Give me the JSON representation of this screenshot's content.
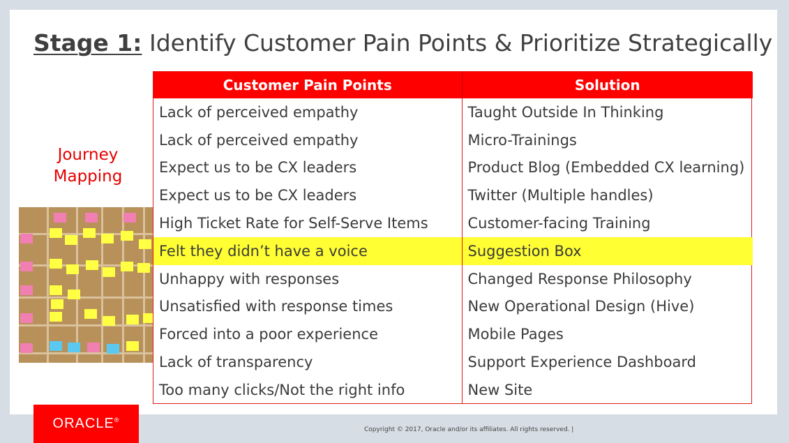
{
  "title": {
    "stage_label": "Stage 1:",
    "text": " Identify Customer Pain Points & Prioritize Strategically"
  },
  "journey_label": {
    "line1": "Journey",
    "line2": "Mapping"
  },
  "table": {
    "headers": [
      "Customer Pain Points",
      "Solution"
    ],
    "rows": [
      [
        "Lack of perceived empathy",
        "Taught Outside In Thinking"
      ],
      [
        "Lack of perceived empathy",
        "Micro-Trainings"
      ],
      [
        "Expect us to be CX leaders",
        "Product Blog (Embedded CX learning)"
      ],
      [
        "Expect us to be CX leaders",
        "Twitter (Multiple handles)"
      ],
      [
        "High Ticket Rate for Self-Serve Items",
        "Customer-facing Training"
      ],
      [
        "Felt they didn’t have a voice",
        "Suggestion Box"
      ],
      [
        "Unhappy with responses",
        "Changed Response Philosophy"
      ],
      [
        "Unsatisfied with response times",
        "New Operational Design (Hive)"
      ],
      [
        "Forced into a poor experience",
        "Mobile Pages"
      ],
      [
        "Lack of transparency",
        "Support Experience Dashboard"
      ],
      [
        "Too many clicks/Not the right info",
        "New Site"
      ]
    ],
    "highlighted_row": 5
  },
  "logo": {
    "text": "ORACLE",
    "registered": "®"
  },
  "footer": {
    "copyright": "Copyright © 2017, Oracle and/or its affiliates. All rights reserved.  |"
  },
  "colors": {
    "accent_red": "#ff0000",
    "highlight_yellow": "#ffff33",
    "title_gray": "#3f3f3f"
  }
}
